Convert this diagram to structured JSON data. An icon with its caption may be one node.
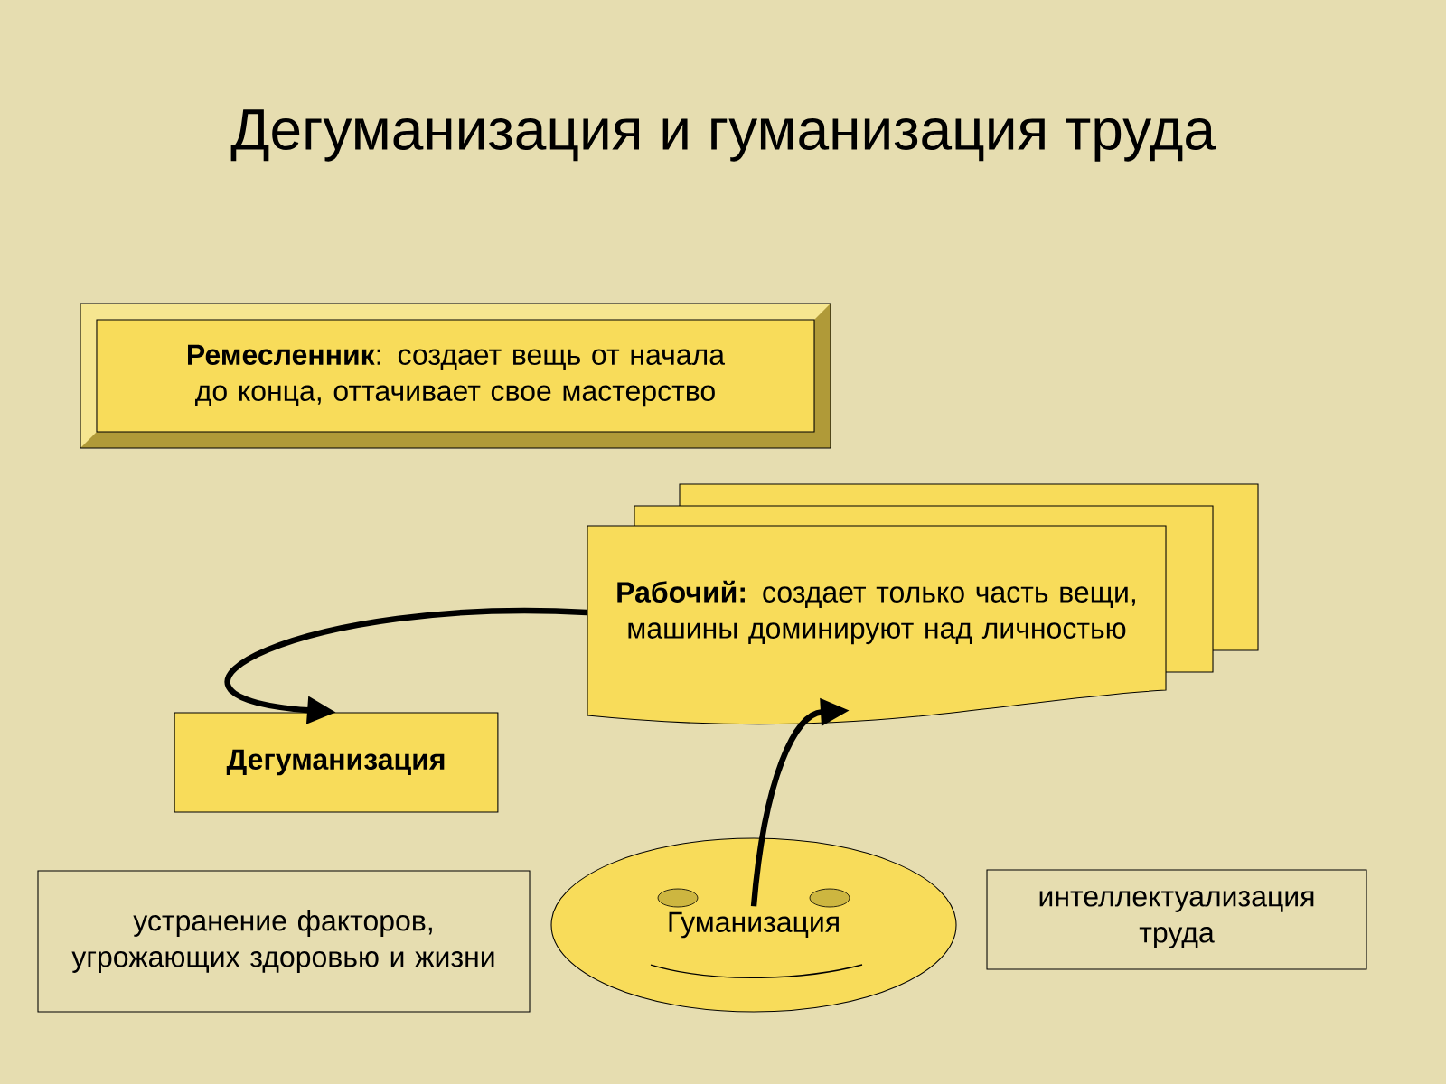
{
  "diagram": {
    "title": "Дегуманизация и гуманизация труда",
    "nodes": [
      {
        "text": [
          "**Ремесленник**: создает вещь от начала до конца, оттачивает свое мастерство"
        ]
      },
      {
        "text": [
          "**Рабочий:** создает только часть вещи, машины доминируют над личностью"
        ]
      },
      {
        "text": [
          "Дегуманизация"
        ]
      },
      {
        "text": [
          "устранение факторов, угрожающих здоровью и жизни"
        ]
      },
      {
        "text": [
          "Гуманизация"
        ]
      },
      {
        "text": [
          "интеллектуализация труда"
        ]
      }
    ],
    "edges": [
      {
        "from": 1,
        "to": 2,
        "arrow": "to"
      },
      {
        "from": 4,
        "to": 1,
        "arrow": "to"
      }
    ]
  }
}
